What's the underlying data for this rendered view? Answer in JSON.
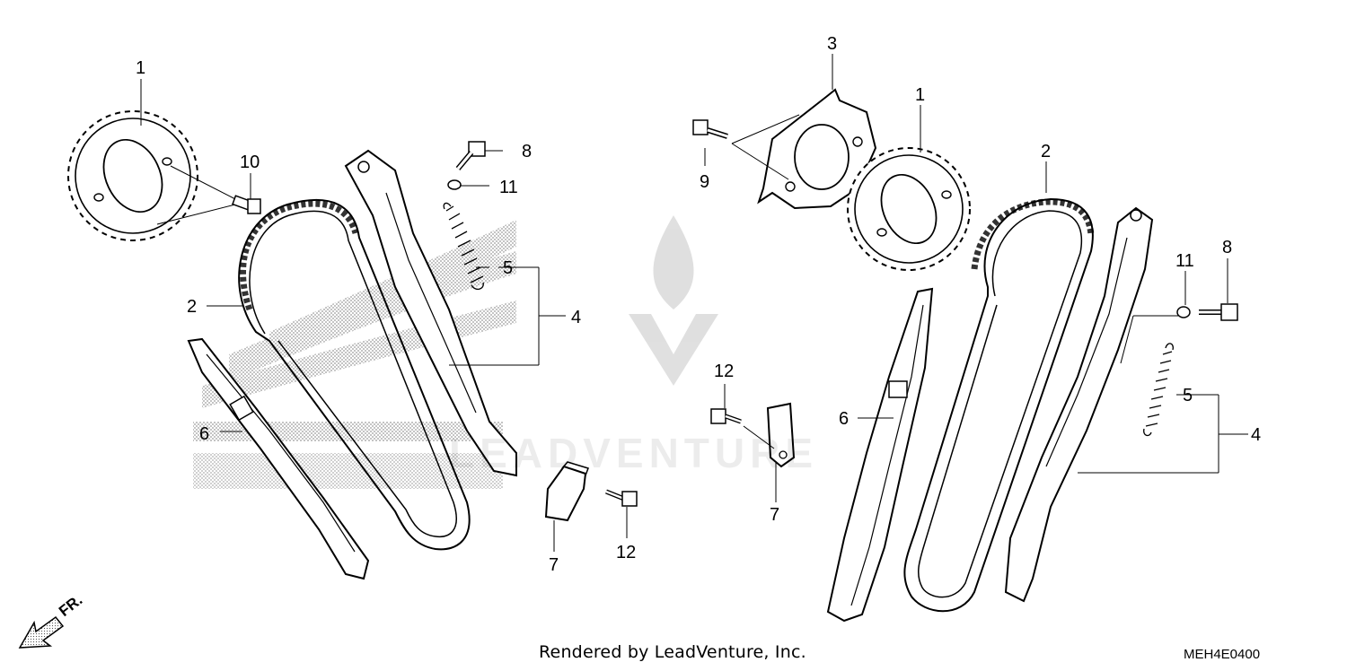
{
  "diagram": {
    "callouts_left": {
      "c1": "1",
      "c10": "10",
      "c2": "2",
      "c8": "8",
      "c11": "11",
      "c5": "5",
      "c4": "4",
      "c6": "6",
      "c7": "7",
      "c12": "12"
    },
    "callouts_right": {
      "c3": "3",
      "c1": "1",
      "c9": "9",
      "c2": "2",
      "c8": "8",
      "c11": "11",
      "c5": "5",
      "c4": "4",
      "c12": "12",
      "c6": "6",
      "c7": "7"
    }
  },
  "watermark": {
    "text": "LEADVENTURE"
  },
  "footer": {
    "credit": "Rendered by LeadVenture, Inc.",
    "code": "MEH4E0400",
    "direction": "FR."
  },
  "icons": {
    "direction_arrow": "front-direction-arrow-icon"
  }
}
